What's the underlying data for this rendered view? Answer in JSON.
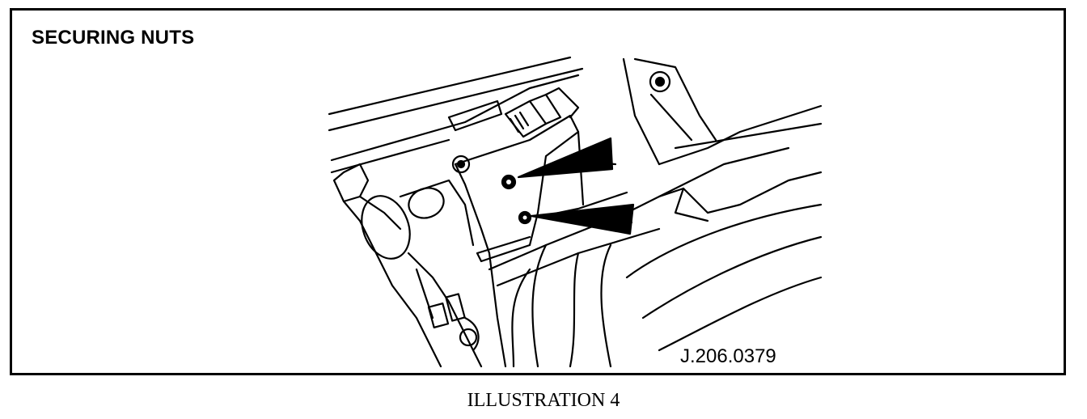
{
  "panel": {
    "title": "SECURING NUTS",
    "reference_code": "J.206.0379"
  },
  "caption": "ILLUSTRATION 4",
  "colors": {
    "ink": "#000000",
    "paper": "#ffffff"
  },
  "icons": [
    "arrow-pointer-icon",
    "arrow-pointer-icon"
  ]
}
